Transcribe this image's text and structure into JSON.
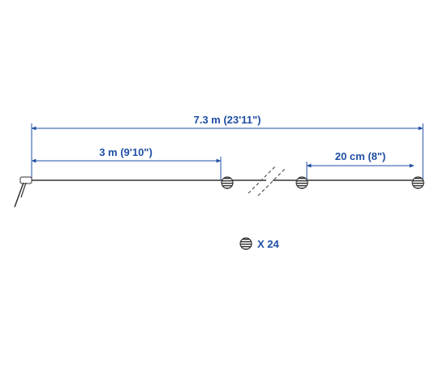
{
  "dimensions": {
    "total_length": "7.3 m (23'11\")",
    "lead_length": "3 m (9'10\")",
    "spacing": "20 cm (8\")"
  },
  "legend": {
    "bulb_count": "X 24",
    "icon": "striped-bulb-icon"
  },
  "colors": {
    "dimension": "#1f4fa5",
    "line": "#333333",
    "background": "#ffffff"
  }
}
